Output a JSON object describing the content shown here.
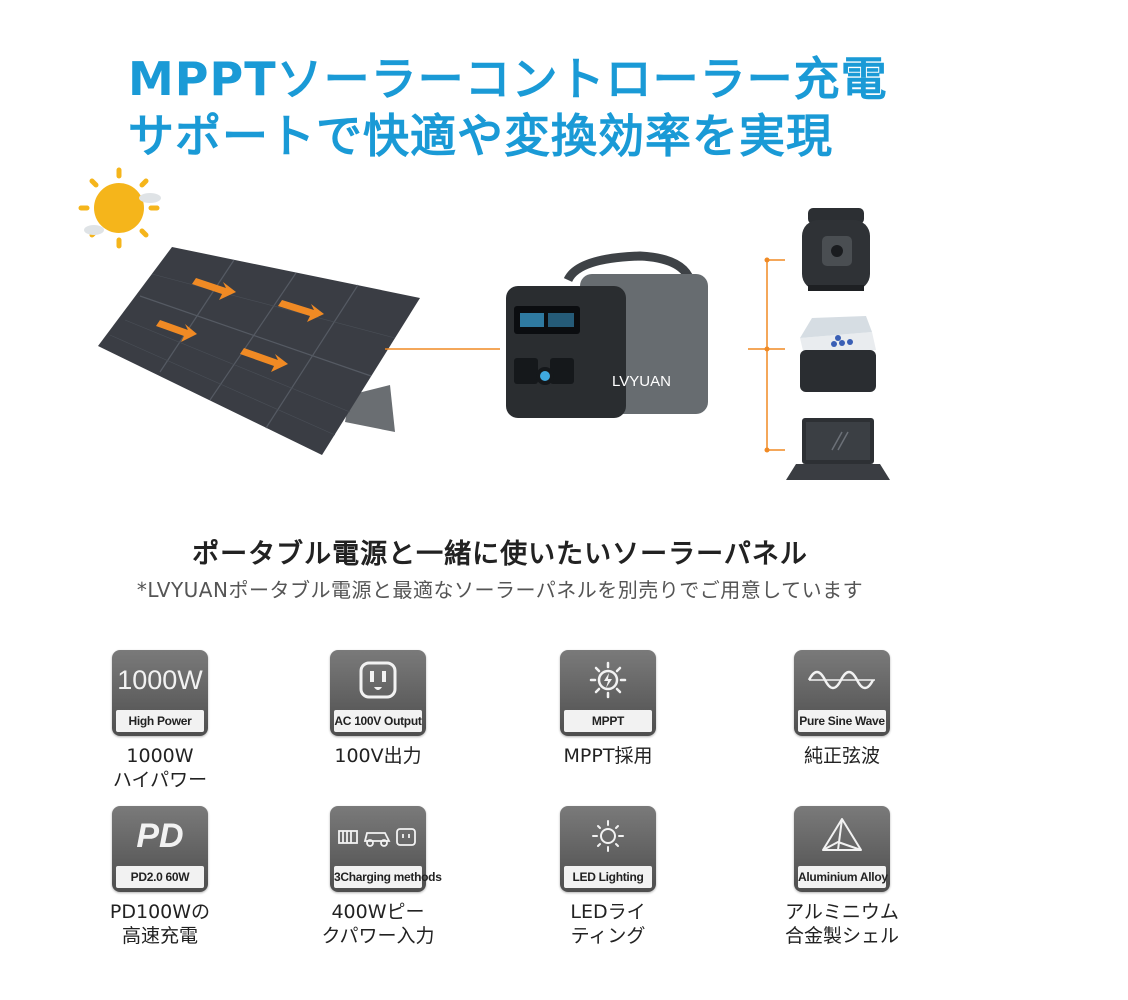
{
  "title": {
    "line1": "MPPTソーラーコントローラー充電",
    "line2": "サポートで快適や変換効率を実現"
  },
  "product": {
    "brand": "LVYUAN"
  },
  "subtitle": "ポータブル電源と一緒に使いたいソーラーパネル",
  "note": "*LVYUANポータブル電源と最適なソーラーパネルを別売りでご用意しています",
  "features": [
    {
      "icon": "high-power-icon",
      "badge_big": "1000W",
      "badge_text": "High Power",
      "label_line1": "1000W",
      "label_line2": "ハイパワー"
    },
    {
      "icon": "ac-outlet-icon",
      "badge_text": "AC 100V Output",
      "label_line1": "100V出力",
      "label_line2": ""
    },
    {
      "icon": "mppt-sun-icon",
      "badge_text": "MPPT",
      "label_line1": "MPPT採用",
      "label_line2": ""
    },
    {
      "icon": "sine-wave-icon",
      "badge_text": "Pure Sine Wave",
      "label_line1": "純正弦波",
      "label_line2": ""
    },
    {
      "icon": "pd-icon",
      "badge_big": "PD",
      "badge_text": "PD2.0  60W",
      "label_line1": "PD100Wの",
      "label_line2": "高速充電"
    },
    {
      "icon": "charging-methods-icon",
      "badge_text": "3Charging methods",
      "label_line1": "400Wピー",
      "label_line2": "クパワー入力"
    },
    {
      "icon": "led-light-icon",
      "badge_text": "LED Lighting",
      "label_line1": "LEDライ",
      "label_line2": "ティング"
    },
    {
      "icon": "pyramid-icon",
      "badge_text": "Aluminium Alloy",
      "label_line1": "アルミニウム",
      "label_line2": "合金製シェル"
    }
  ],
  "colors": {
    "title": "#1a9ad6",
    "arrow": "#f08a24",
    "badge": "#5e5e5e"
  }
}
